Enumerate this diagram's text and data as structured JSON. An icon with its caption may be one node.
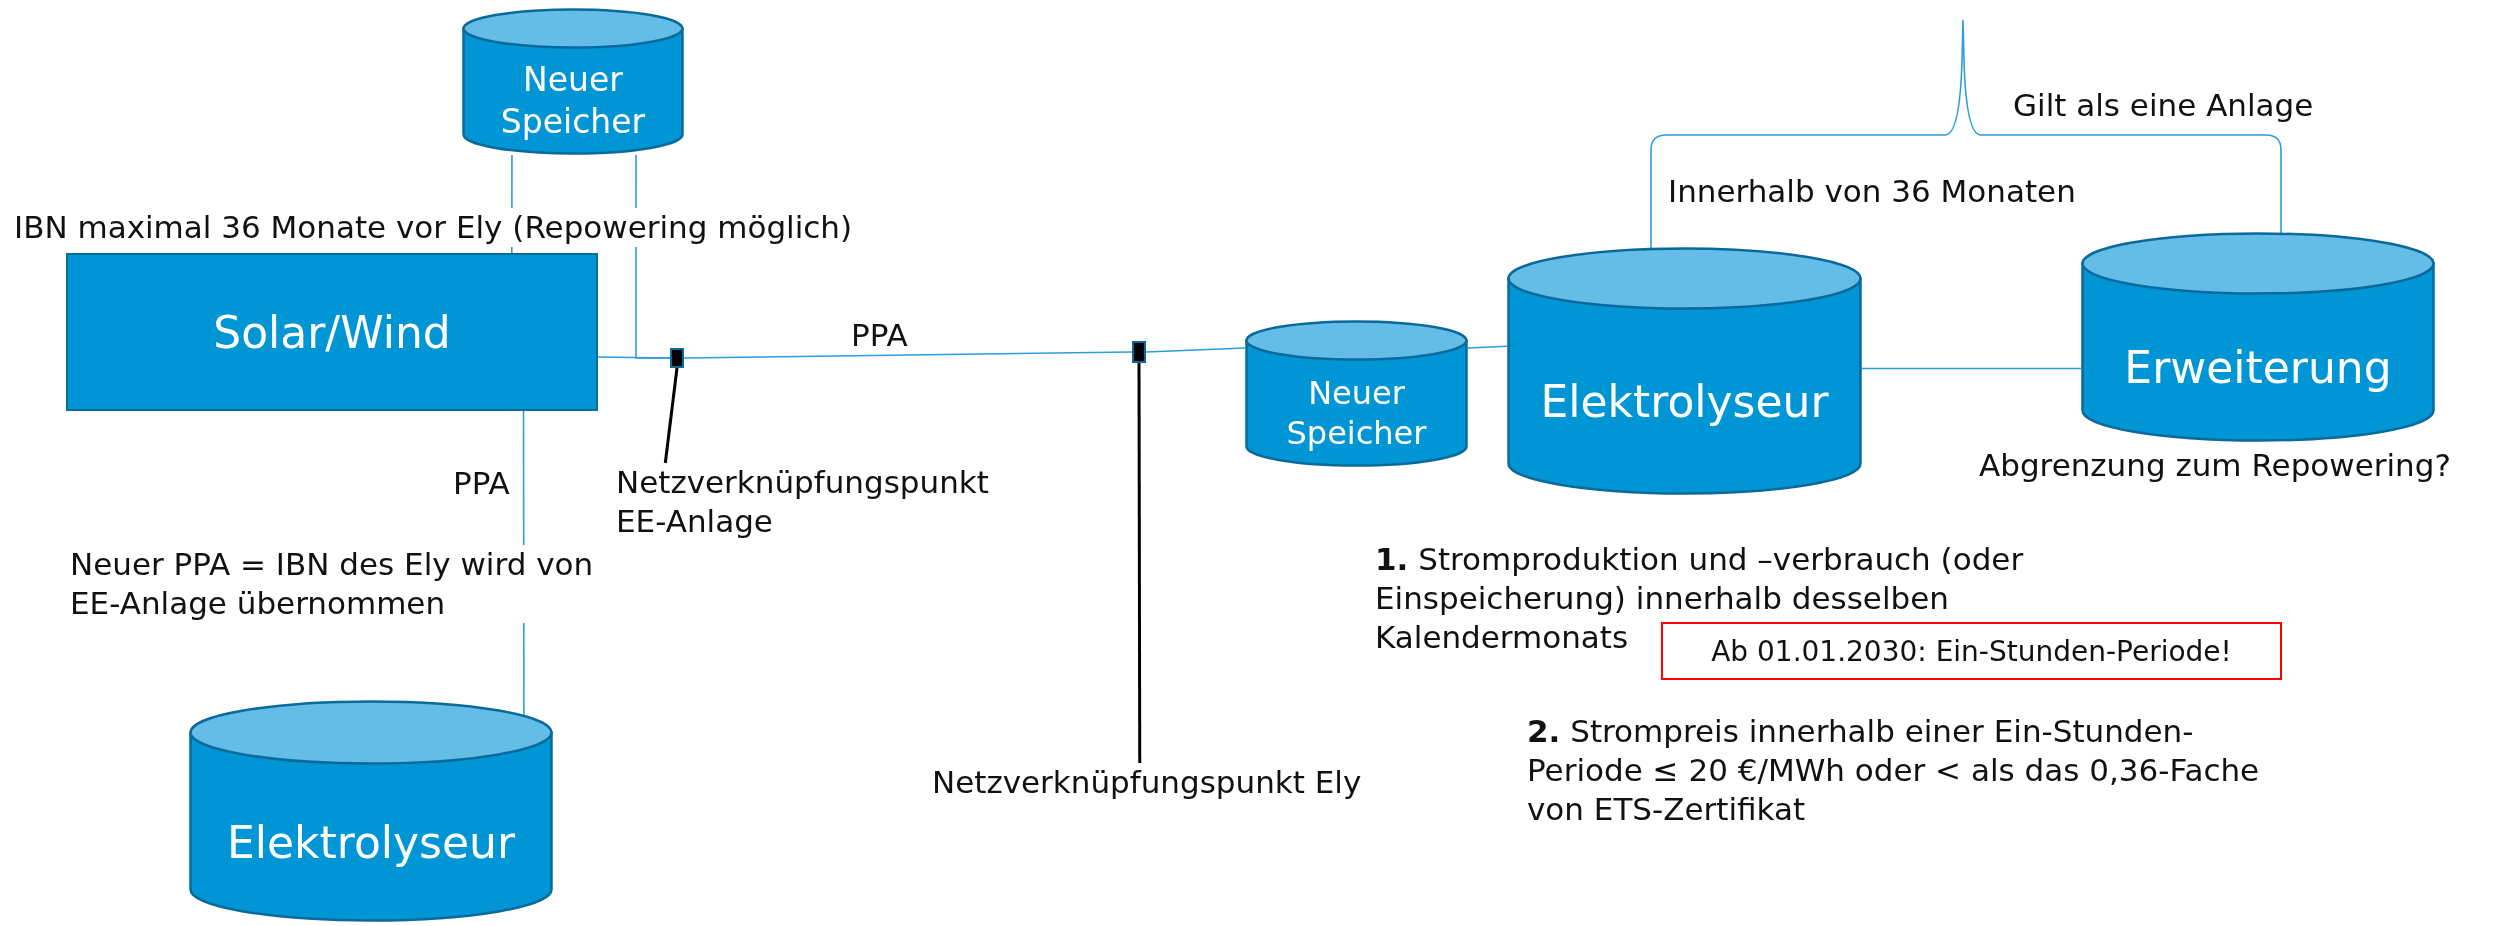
{
  "diagram": {
    "nodes": [
      {
        "text": [
          "Neuer Speicher"
        ]
      },
      {
        "text": [
          "Solar/Wind"
        ]
      },
      {
        "text": [
          "Elektrolyseur"
        ]
      },
      {
        "text": [],
        "shape": "box"
      },
      {
        "text": [],
        "shape": "box"
      },
      {
        "text": [
          "Neuer Speicher"
        ]
      },
      {
        "text": [
          "Elektrolyseur"
        ]
      },
      {
        "text": [
          "Erweiterung"
        ],
        "beside": [
          "Abgrenzung zum Repowering?"
        ]
      },
      {
        "text": [
          "Netzverknüpfungspunkt EE-Anlage"
        ]
      },
      {
        "text": [
          "Netzverknüpfungspunkt Ely"
        ]
      },
      {
        "text": [
          "Ab 01.01.2030: Ein-Stunden-Periode!"
        ]
      }
    ],
    "edges": [
      {
        "from": 0,
        "to": 1,
        "arrow": "none"
      },
      {
        "from": 0,
        "to": 3,
        "arrow": "none"
      },
      {
        "from": 1,
        "to": 3,
        "arrow": "none"
      },
      {
        "from": 3,
        "to": 4,
        "arrow": "none",
        "label": "PPA"
      },
      {
        "from": 4,
        "to": 5,
        "arrow": "none"
      },
      {
        "from": 5,
        "to": 6,
        "arrow": "none"
      },
      {
        "from": 6,
        "to": 7,
        "arrow": "none"
      },
      {
        "from": 1,
        "to": 2,
        "arrow": "none",
        "label": "PPA"
      },
      {
        "from": 8,
        "to": 3,
        "arrow": "none",
        "color": "#000000"
      },
      {
        "from": 9,
        "to": 4,
        "arrow": "none",
        "color": "#000000"
      }
    ],
    "labels": [
      "IBN maximal 36 Monate vor Ely (Repowering möglich)",
      "Gilt als eine Anlage",
      "Innerhalb von 36 Monaten",
      "Neuer PPA = IBN des Ely wird von EE-Anlage übernommen",
      "**1.** Stromproduktion und –verbrauch (oder Einspeicherung) innerhalb desselben Kalendermonats",
      "**2.** Strompreis innerhalb einer Ein-Stunden-Periode ≤ 20 €/MWh oder < als das 0,36-Fache von ETS-Zertifikat"
    ]
  }
}
